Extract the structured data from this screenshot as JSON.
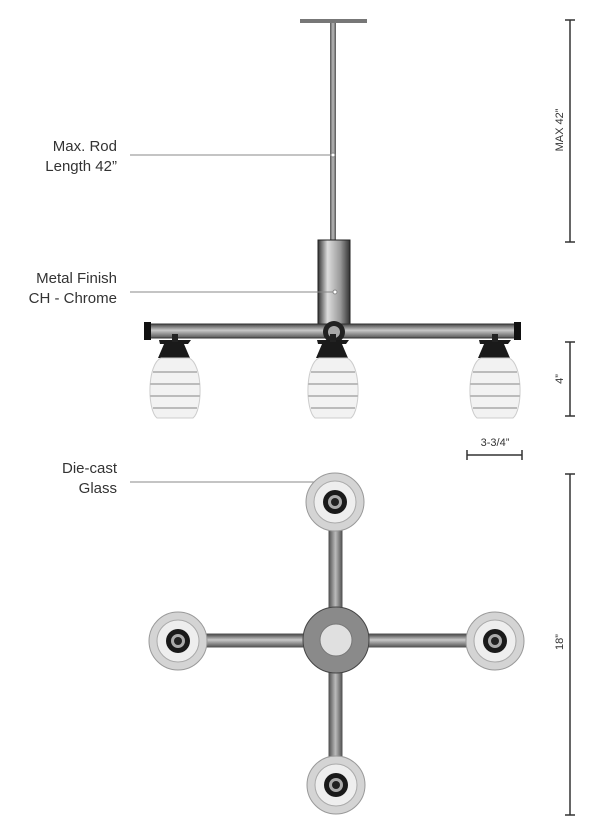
{
  "callouts": {
    "rod": {
      "line1": "Max. Rod",
      "line2": "Length 42”"
    },
    "finish": {
      "line1": "Metal Finish",
      "line2": "CH - Chrome"
    },
    "glass": {
      "line1": "Die-cast",
      "line2": "Glass"
    }
  },
  "dimensions": {
    "rod_height": "MAX 42”",
    "shade_height": "4”",
    "shade_width": "3-3/4”",
    "fixture_width": "18”"
  },
  "colors": {
    "chrome": "#8a8a8a",
    "dark": "#1a1a1a",
    "glass": "#eeeeee",
    "line": "#888888"
  }
}
